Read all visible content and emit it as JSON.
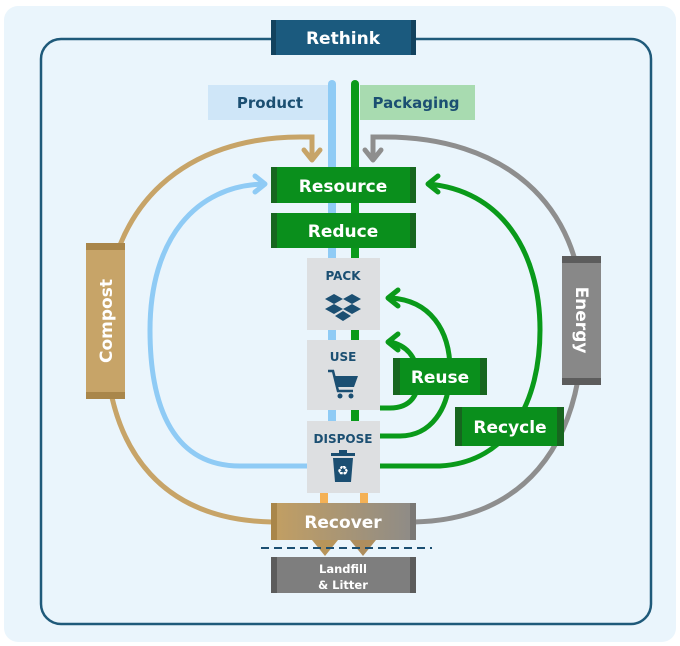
{
  "title": "Rethink",
  "streams": {
    "product": "Product",
    "packaging": "Packaging"
  },
  "stages": {
    "resource": "Resource",
    "reduce": "Reduce",
    "pack": "PACK",
    "use": "USE",
    "dispose": "DISPOSE",
    "recover": "Recover",
    "landfill_line1": "Landfill",
    "landfill_line2": "& Litter"
  },
  "loops": {
    "compost": "Compost",
    "energy": "Energy",
    "reuse": "Reuse",
    "recycle": "Recycle"
  },
  "icons": {
    "pack": "box-icon",
    "use": "shopping-cart-icon",
    "dispose": "recycle-bin-icon"
  },
  "colors": {
    "background": "#EAF5FC",
    "frame": "#1F5A7A",
    "rethink": "#1B5A7E",
    "product_stream": "#8FCBF5",
    "product_label_bg": "#CFE6F8",
    "packaging_stream": "#0A9A1A",
    "packaging_label_bg": "#A8DBB0",
    "green_box": "#0A8F1C",
    "green_box_edge": "#17661F",
    "stage_box": "#DDDFE1",
    "stage_text": "#1B4F72",
    "compost": "#C7A468",
    "energy": "#8A8A8A",
    "landfill": "#7E7E7E",
    "connector": "#F4B155",
    "dashed_line": "#1B4F72"
  }
}
